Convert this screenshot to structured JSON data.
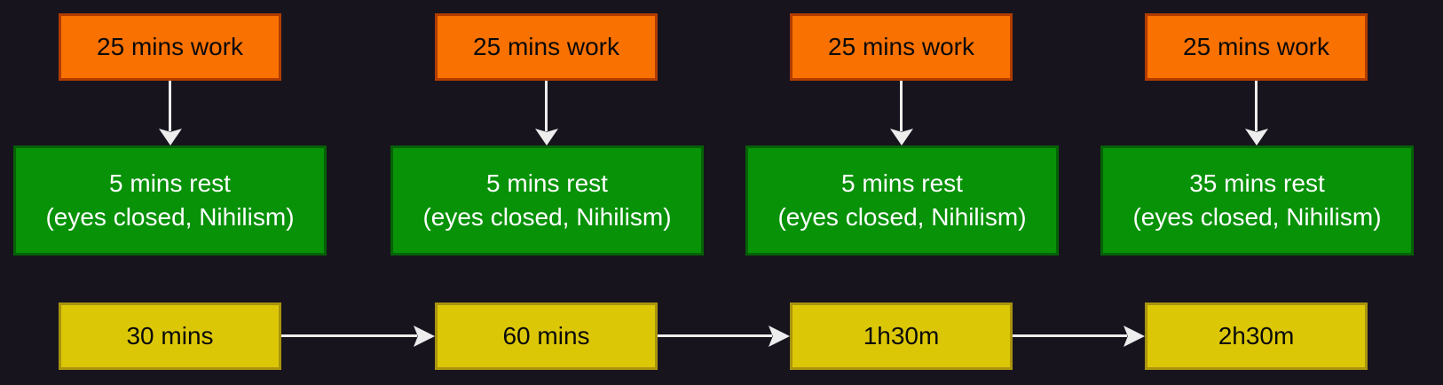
{
  "colors": {
    "bg": "#17141e",
    "work_fill": "#f97100",
    "work_border": "#b03c00",
    "work_text": "#0a0a0a",
    "rest_fill": "#089208",
    "rest_border": "#066206",
    "rest_text": "#ffffff",
    "time_fill": "#dcc707",
    "time_border": "#a8940e",
    "time_text": "#0a0a0a",
    "arrow": "#ededed"
  },
  "columns": [
    {
      "work": "25 mins work",
      "rest": "5 mins rest\n(eyes closed, Nihilism)",
      "elapsed": "30 mins"
    },
    {
      "work": "25 mins work",
      "rest": "5 mins rest\n(eyes closed, Nihilism)",
      "elapsed": "60 mins"
    },
    {
      "work": "25 mins work",
      "rest": "5 mins rest\n(eyes closed, Nihilism)",
      "elapsed": "1h30m"
    },
    {
      "work": "25 mins work",
      "rest": "35 mins rest\n(eyes closed, Nihilism)",
      "elapsed": "2h30m"
    }
  ]
}
